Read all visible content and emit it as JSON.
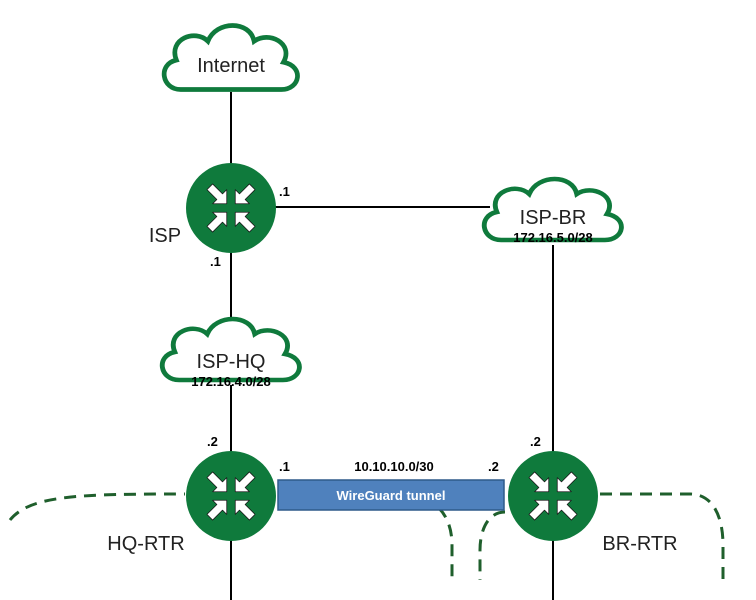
{
  "colors": {
    "router_fill": "#0f7a3c",
    "cloud_stroke": "#0f7a3c",
    "link": "#000000",
    "dashed": "#1f5f2c",
    "tunnel_fill": "#4f81bd",
    "tunnel_border": "#2f5a8a"
  },
  "clouds": {
    "internet": {
      "label": "Internet"
    },
    "isp_br": {
      "label": "ISP-BR",
      "subnet": "172.16.5.0/28"
    },
    "isp_hq": {
      "label": "ISP-HQ",
      "subnet": "172.16.4.0/28"
    }
  },
  "routers": {
    "isp": {
      "label": "ISP",
      "icon": "router-icon"
    },
    "hq_rtr": {
      "label": "HQ-RTR",
      "icon": "router-icon"
    },
    "br_rtr": {
      "label": "BR-RTR",
      "icon": "router-icon"
    }
  },
  "interfaces": {
    "isp_to_br": ".1",
    "isp_to_hq": ".1",
    "hq_wan": ".2",
    "br_wan": ".2",
    "hq_tunnel": ".1",
    "br_tunnel": ".2"
  },
  "tunnel": {
    "network": "10.10.10.0/30",
    "label": "WireGuard tunnel"
  }
}
